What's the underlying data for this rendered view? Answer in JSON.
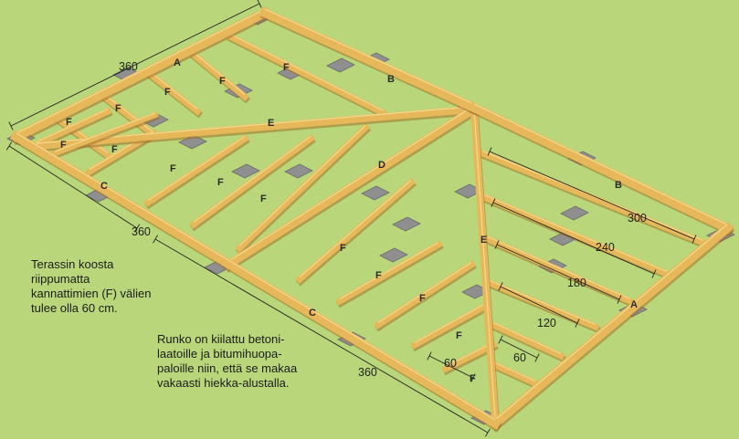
{
  "labels": {
    "A": "A",
    "B": "B",
    "C": "C",
    "D": "D",
    "E": "E",
    "F": "F"
  },
  "dimensions": {
    "d360": "360",
    "d300": "300",
    "d240": "240",
    "d180": "180",
    "d120": "120",
    "d60": "60"
  },
  "notes": {
    "spacing": "Terassin koosta\nriippumatta\nkannattimien (F) välien\ntulee olla 60 cm.",
    "mounting": "Runko on kiilattu betoni-\nlaatoille ja bitumihuopa-\npaloille niin, että se makaa\nvakaasti hiekka-alustalla."
  },
  "colors": {
    "background": "#b9d77a",
    "wood": "#e7b85a",
    "wood_edge": "#a0702a",
    "wood_shadow": "#c58f3a",
    "concrete": "#8f8f8f"
  }
}
